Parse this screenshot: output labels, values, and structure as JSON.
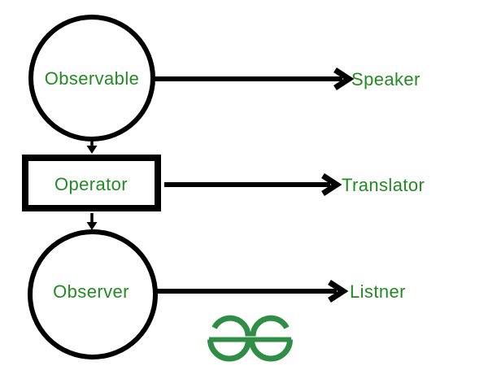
{
  "colors": {
    "background": "#ffffff",
    "ink": "#000000",
    "label_green": "#228B22",
    "logo_green": "#2F8D46"
  },
  "diagram": {
    "nodes": [
      {
        "id": "observable",
        "shape": "circle",
        "label": "Observable"
      },
      {
        "id": "operator",
        "shape": "rectangle",
        "label": "Operator"
      },
      {
        "id": "observer",
        "shape": "circle",
        "label": "Observer"
      }
    ],
    "annotations": [
      {
        "for": "observable",
        "text": "Speaker"
      },
      {
        "for": "operator",
        "text": "Translator"
      },
      {
        "for": "observer",
        "text": "Listner"
      }
    ],
    "edges": [
      {
        "from": "Observable",
        "to": "Speaker",
        "direction": "right"
      },
      {
        "from": "Observable",
        "to": "Operator",
        "direction": "down"
      },
      {
        "from": "Operator",
        "to": "Translator",
        "direction": "right"
      },
      {
        "from": "Operator",
        "to": "Observer",
        "direction": "down"
      },
      {
        "from": "Observer",
        "to": "Listner",
        "direction": "right"
      }
    ],
    "watermark": "geeksforgeeks-logo"
  }
}
